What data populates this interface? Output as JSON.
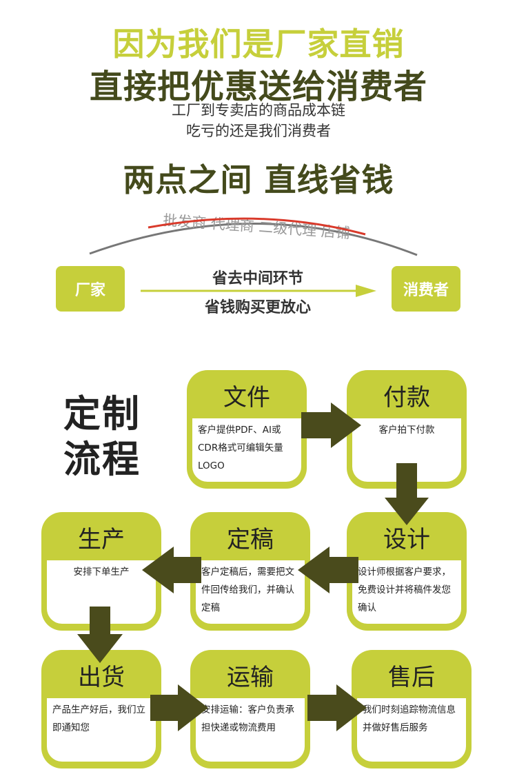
{
  "header": {
    "line1": "因为我们是厂家直销",
    "line2": "直接把优惠送给消费者",
    "line3a": "工厂到专卖店的商品成本链",
    "line3b": "吃亏的还是我们消费者",
    "line4": "两点之间 直线省钱"
  },
  "diagram": {
    "arc_label": "批发商 代理商 二级代理 店铺",
    "left_box": "厂家",
    "right_box": "消费者",
    "arrow_top": "省去中间环节",
    "arrow_bottom": "省钱购买更放心"
  },
  "process": {
    "title_line1": "定制",
    "title_line2": "流程",
    "steps": [
      {
        "title": "文件",
        "desc": "客户提供PDF、AI或CDR格式可编辑矢量LOGO"
      },
      {
        "title": "付款",
        "desc": "客户拍下付款"
      },
      {
        "title": "设计",
        "desc": "设计师根据客户要求，免费设计并将稿件发您确认"
      },
      {
        "title": "定稿",
        "desc": "客户定稿后，需要把文件回传给我们，并确认定稿"
      },
      {
        "title": "生产",
        "desc": "安排下单生产"
      },
      {
        "title": "出货",
        "desc": "产品生产好后，我们立即通知您"
      },
      {
        "title": "运输",
        "desc": "安排运输：客户负责承担快递或物流费用"
      },
      {
        "title": "售后",
        "desc": "我们时刻追踪物流信息并做好售后服务"
      }
    ]
  },
  "colors": {
    "accent": "#c6cf3b",
    "dark": "#444a1c",
    "arrow": "#4a4b1c",
    "red": "#d93a2b"
  }
}
